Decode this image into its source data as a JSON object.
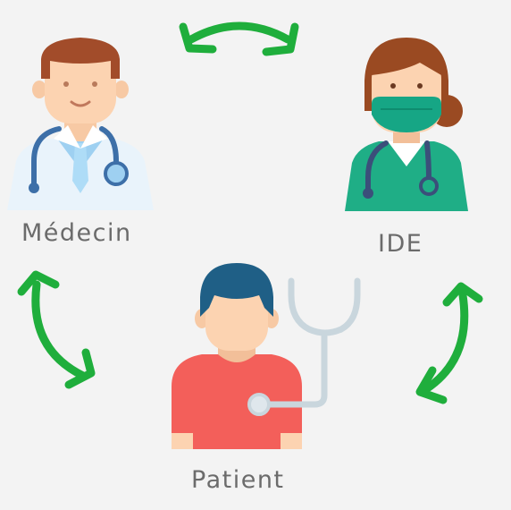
{
  "nodes": {
    "doctor": {
      "label": "Médecin"
    },
    "nurse": {
      "label": "IDE"
    },
    "patient": {
      "label": "Patient"
    }
  },
  "colors": {
    "background": "#f3f3f3",
    "arrow": "#1fae3c",
    "label": "#6b6b6b"
  }
}
